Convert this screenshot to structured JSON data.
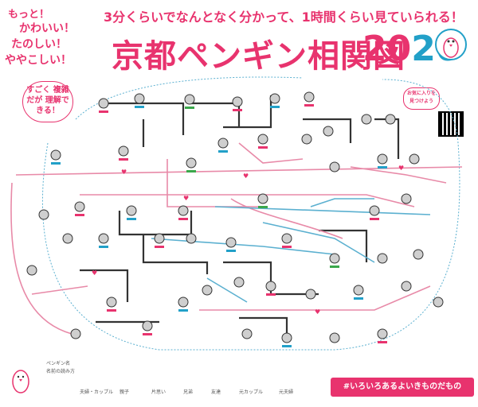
{
  "header": {
    "tagline_lines": [
      "もっと！",
      "かわいい！",
      "たのしい！",
      "ややこしい！"
    ],
    "subtitle": "3分くらいでなんとなく分かって、1時間くらい見ていられる！",
    "title": "京都ペンギン相関図",
    "year_a": "20",
    "year_b": "20"
  },
  "notes": {
    "left_bubble": "すごく 複雑だが 理解できる！",
    "right_bubble": "お気に入りを 見つけよう"
  },
  "footer": {
    "hashtag": "#いろいろあるよいきものだもの",
    "legend_text_a": "ペンギン名",
    "legend_text_b": "名前の読み方",
    "legend_items": [
      "夫婦・カップル",
      "親子",
      "片思い",
      "兄弟",
      "友達",
      "元カップル",
      "元夫婦"
    ]
  },
  "colors": {
    "pink": "#e8336e",
    "blue": "#22a0c8",
    "dark": "#333333",
    "green": "#3aa74b",
    "line_pink": "#e88aa8",
    "line_blue": "#5bb0d0"
  }
}
